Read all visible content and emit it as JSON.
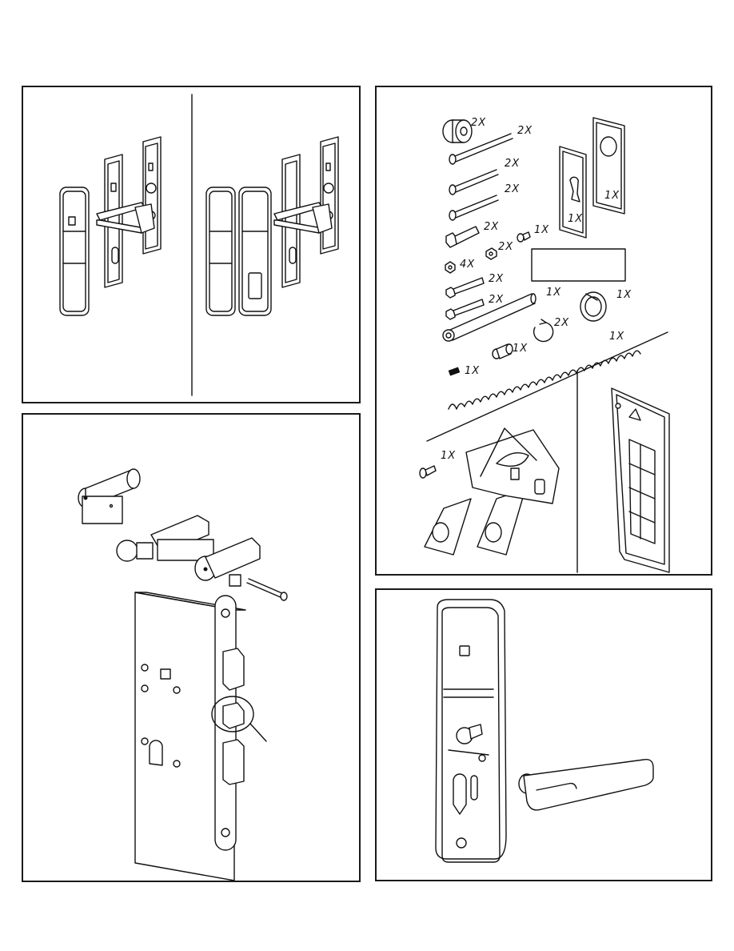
{
  "parts_panel": {
    "quantities": {
      "washer": "2X",
      "long_screw_1": "2X",
      "long_screw_2": "2X",
      "long_screw_3": "2X",
      "hex_bolt": "2X",
      "small_nut": "2X",
      "small_screw": "1X",
      "nut_4": "4X",
      "spacer_1": "2X",
      "spacer_2": "2X",
      "rod": "1X",
      "ring": "1X",
      "clip": "2X",
      "spring": "1X",
      "sleeve": "1X",
      "set_screw": "1X",
      "plate_cylinder": "1X",
      "plate_round": "1X",
      "battery_screw": "1X"
    }
  }
}
